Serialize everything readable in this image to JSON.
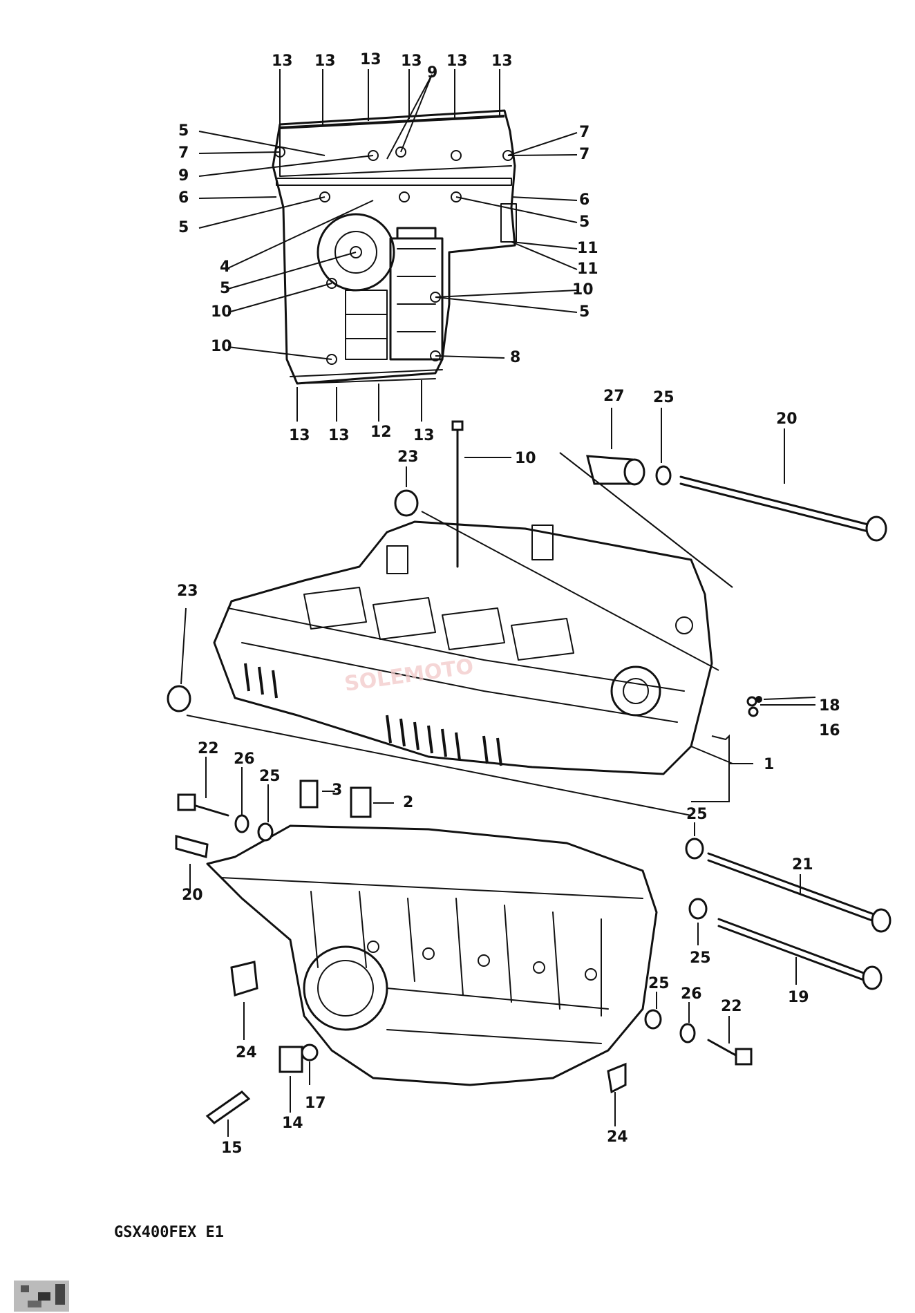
{
  "diagram": {
    "caption": "GSX400FEX E1",
    "watermark": "SOLEMOTO"
  },
  "callouts_top": [
    "13",
    "13",
    "13",
    "13",
    "13",
    "13",
    "9",
    "5",
    "7",
    "9",
    "6",
    "5",
    "4",
    "5",
    "10",
    "10",
    "7",
    "7",
    "6",
    "5",
    "11",
    "11",
    "10",
    "5",
    "8",
    "13",
    "13",
    "12",
    "13"
  ],
  "callouts_main": [
    "27",
    "25",
    "20",
    "10",
    "23",
    "23",
    "18",
    "16",
    "1",
    "22",
    "26",
    "25",
    "3",
    "2",
    "20",
    "25",
    "21",
    "25",
    "19",
    "25",
    "26",
    "22",
    "24",
    "14",
    "17",
    "15",
    "24"
  ]
}
